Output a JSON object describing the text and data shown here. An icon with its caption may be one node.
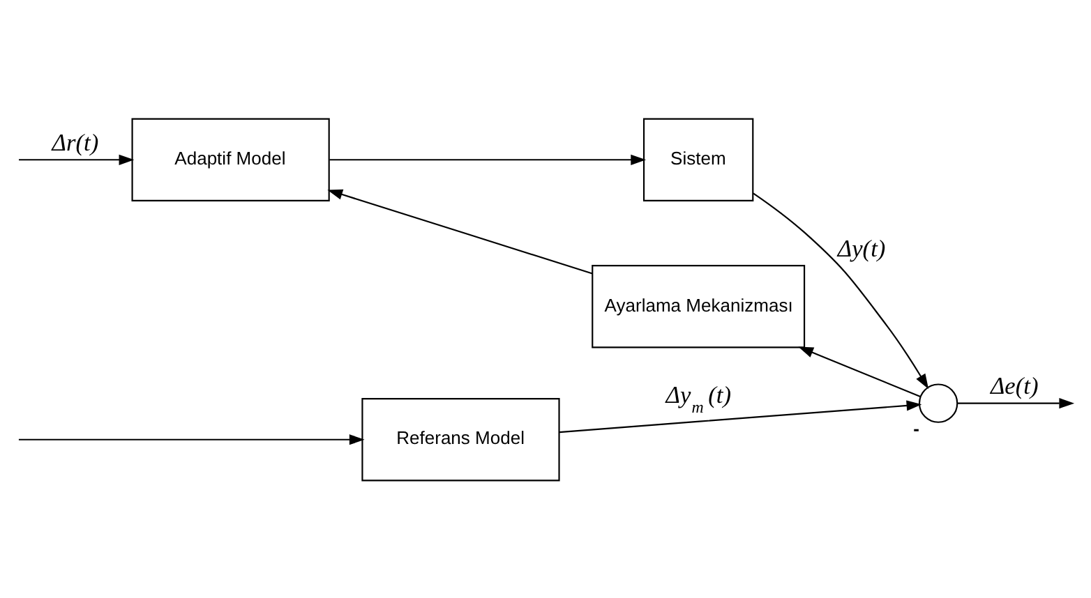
{
  "diagram": {
    "nodes": [
      {
        "text": [
          "Referans Model"
        ]
      },
      {
        "text": [
          "Adaptif Model"
        ]
      },
      {
        "text": [
          "Sistem"
        ]
      },
      {
        "text": [],
        "shape": "circle",
        "beside": [
          "-"
        ]
      },
      {
        "text": [
          "Ayarlama Mekanizması"
        ]
      }
    ],
    "edges": [
      {
        "from": null,
        "to": 0,
        "arrow": "to"
      },
      {
        "from": null,
        "to": 1,
        "arrow": "to",
        "label": "Δr(t)"
      },
      {
        "from": 0,
        "to": 3,
        "arrow": "to",
        "label": "Δy$_{m}$(t)"
      },
      {
        "from": 1,
        "to": 2,
        "arrow": "to"
      },
      {
        "from": 2,
        "to": 3,
        "arrow": "to",
        "label": "Δy(t)"
      },
      {
        "from": 3,
        "to": null,
        "arrow": "to",
        "label": "Δe(t)"
      },
      {
        "from": 3,
        "to": 4,
        "arrow": "to"
      },
      {
        "from": 4,
        "to": 1,
        "arrow": "to"
      }
    ]
  }
}
